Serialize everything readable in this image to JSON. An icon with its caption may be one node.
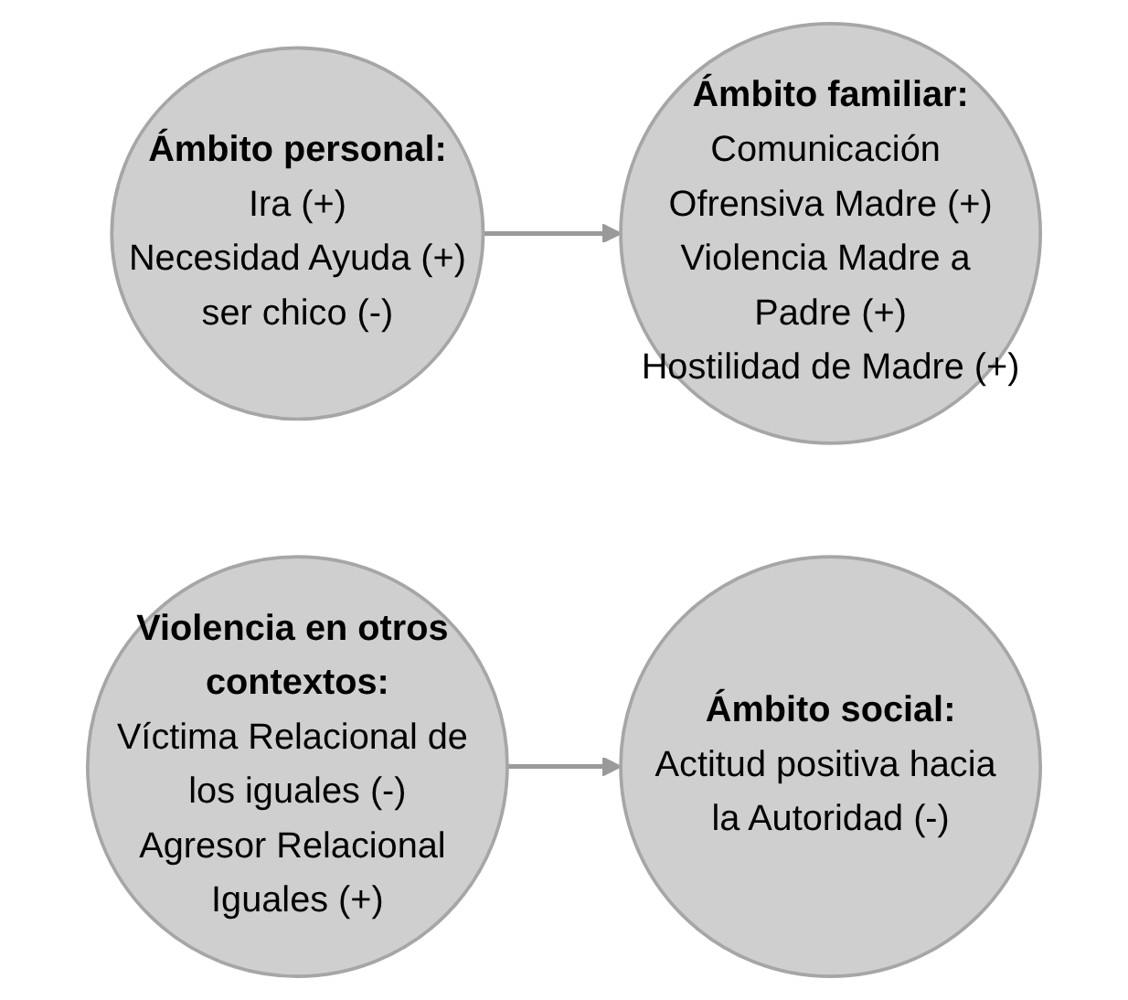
{
  "diagram": {
    "nodes": [
      {
        "text": [
          "Ámbito personal:",
          "Ira (+)",
          "Necesidad Ayuda (+)",
          "ser chico (-)"
        ]
      },
      {
        "text": [
          "Ámbito familiar:",
          "Comunicación Ofrensiva Madre (+)",
          "Violencia Madre a Padre (+)",
          "Hostilidad de Madre (+)"
        ]
      },
      {
        "text": [
          "Ámbito social:",
          "Actitud positiva hacia la Autoridad (-)"
        ]
      },
      {
        "text": [
          "Violencia en otros contextos:",
          "Víctima Relacional de los iguales (-)",
          "Agresor Relacional Iguales (+)"
        ]
      }
    ],
    "edges": [
      {
        "from": 0,
        "to": 1,
        "arrow": "to"
      },
      {
        "from": 3,
        "to": 2,
        "arrow": "to"
      }
    ]
  }
}
